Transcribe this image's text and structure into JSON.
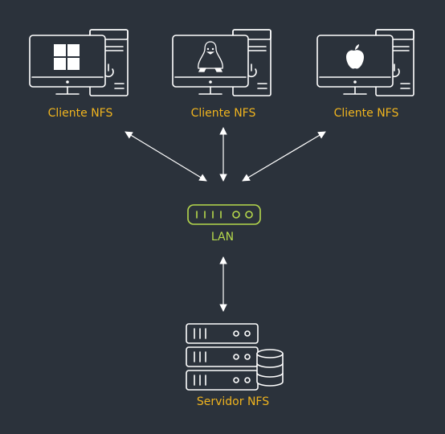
{
  "clients": [
    {
      "label": "Cliente NFS",
      "os_icon": "windows-icon"
    },
    {
      "label": "Cliente NFS",
      "os_icon": "linux-tux-icon"
    },
    {
      "label": "Cliente NFS",
      "os_icon": "apple-icon"
    }
  ],
  "lan": {
    "label": "LAN"
  },
  "server": {
    "label": "Servidor NFS"
  },
  "colors": {
    "background": "#2b323b",
    "device_stroke": "#ffffff",
    "client_label": "#f0b41e",
    "lan": "#b6d94c",
    "connector": "#ffffff"
  }
}
